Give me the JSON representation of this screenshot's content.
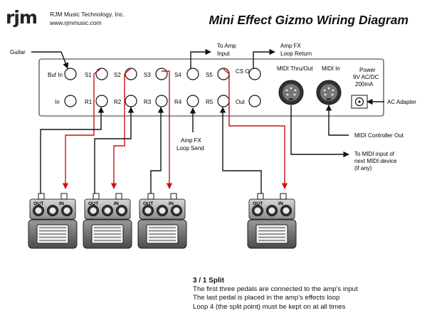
{
  "header": {
    "logo": "rjm",
    "company": "RJM Music Technology, Inc.",
    "url": "www.rjmmusic.com",
    "title": "Mini Effect Gizmo Wiring Diagram"
  },
  "device": {
    "top_jacks": [
      "Buf In",
      "S1",
      "S2",
      "S3",
      "S4",
      "S5",
      "CS Out"
    ],
    "bottom_jacks": [
      "In",
      "R1",
      "R2",
      "R3",
      "R4",
      "R5",
      "Out"
    ],
    "midi_thru_label": "MIDI Thru/Out",
    "midi_in_label": "MIDI In",
    "power_label": [
      "Power",
      "9V AC/DC",
      "200mA"
    ]
  },
  "callouts": {
    "guitar": "Guitar",
    "to_amp_input": [
      "To Amp",
      "Input"
    ],
    "amp_fx_loop_return": [
      "Amp FX",
      "Loop Return"
    ],
    "amp_fx_loop_send": [
      "Amp FX",
      "Loop Send"
    ],
    "ac_adapter": "AC Adapter",
    "midi_controller_out": "MIDI Controller Out",
    "to_midi_input": [
      "To MIDI input of",
      "next MIDI device",
      "(if any)"
    ]
  },
  "pedal": {
    "out_label": "OUT",
    "in_label": "IN"
  },
  "colors": {
    "send_cable": "#cc1111",
    "return_cable": "#111111"
  },
  "footer": {
    "heading": "3 / 1 Split",
    "lines": [
      "The first three pedals are connected to the amp's input",
      "The last pedal is placed in the amp's effects loop",
      "Loop 4 (the split point) must be kept on at all times"
    ]
  }
}
